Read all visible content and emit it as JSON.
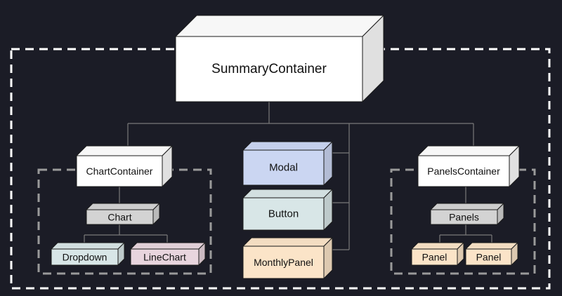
{
  "nodes": {
    "summary": {
      "label": "SummaryContainer",
      "color": "#ffffff"
    },
    "chart_container": {
      "label": "ChartContainer",
      "color": "#ffffff"
    },
    "chart": {
      "label": "Chart",
      "color": "#d3d3d3"
    },
    "dropdown": {
      "label": "Dropdown",
      "color": "#d8e6e7"
    },
    "linechart": {
      "label": "LineChart",
      "color": "#e8d5de"
    },
    "modal": {
      "label": "Modal",
      "color": "#cbd6f2"
    },
    "button": {
      "label": "Button",
      "color": "#d8e6e7"
    },
    "monthly_panel": {
      "label": "MonthlyPanel",
      "color": "#fbe4c8"
    },
    "panels_container": {
      "label": "PanelsContainer",
      "color": "#ffffff"
    },
    "panels": {
      "label": "Panels",
      "color": "#d3d3d3"
    },
    "panel_1": {
      "label": "Panel",
      "color": "#fbe4c8"
    },
    "panel_2": {
      "label": "Panel",
      "color": "#fbe4c8"
    }
  },
  "edges": [
    [
      "summary",
      "chart_container"
    ],
    [
      "summary",
      "modal"
    ],
    [
      "summary",
      "button"
    ],
    [
      "summary",
      "monthly_panel"
    ],
    [
      "summary",
      "panels_container"
    ],
    [
      "chart_container",
      "chart"
    ],
    [
      "chart",
      "dropdown"
    ],
    [
      "chart",
      "linechart"
    ],
    [
      "panels_container",
      "panels"
    ],
    [
      "panels",
      "panel_1"
    ],
    [
      "panels",
      "panel_2"
    ]
  ],
  "colors": {
    "background": "#1b1c26",
    "connector": "#7a7a7a",
    "outer_boundary": "#ffffff",
    "group_boundary": "#9a9a9a"
  }
}
